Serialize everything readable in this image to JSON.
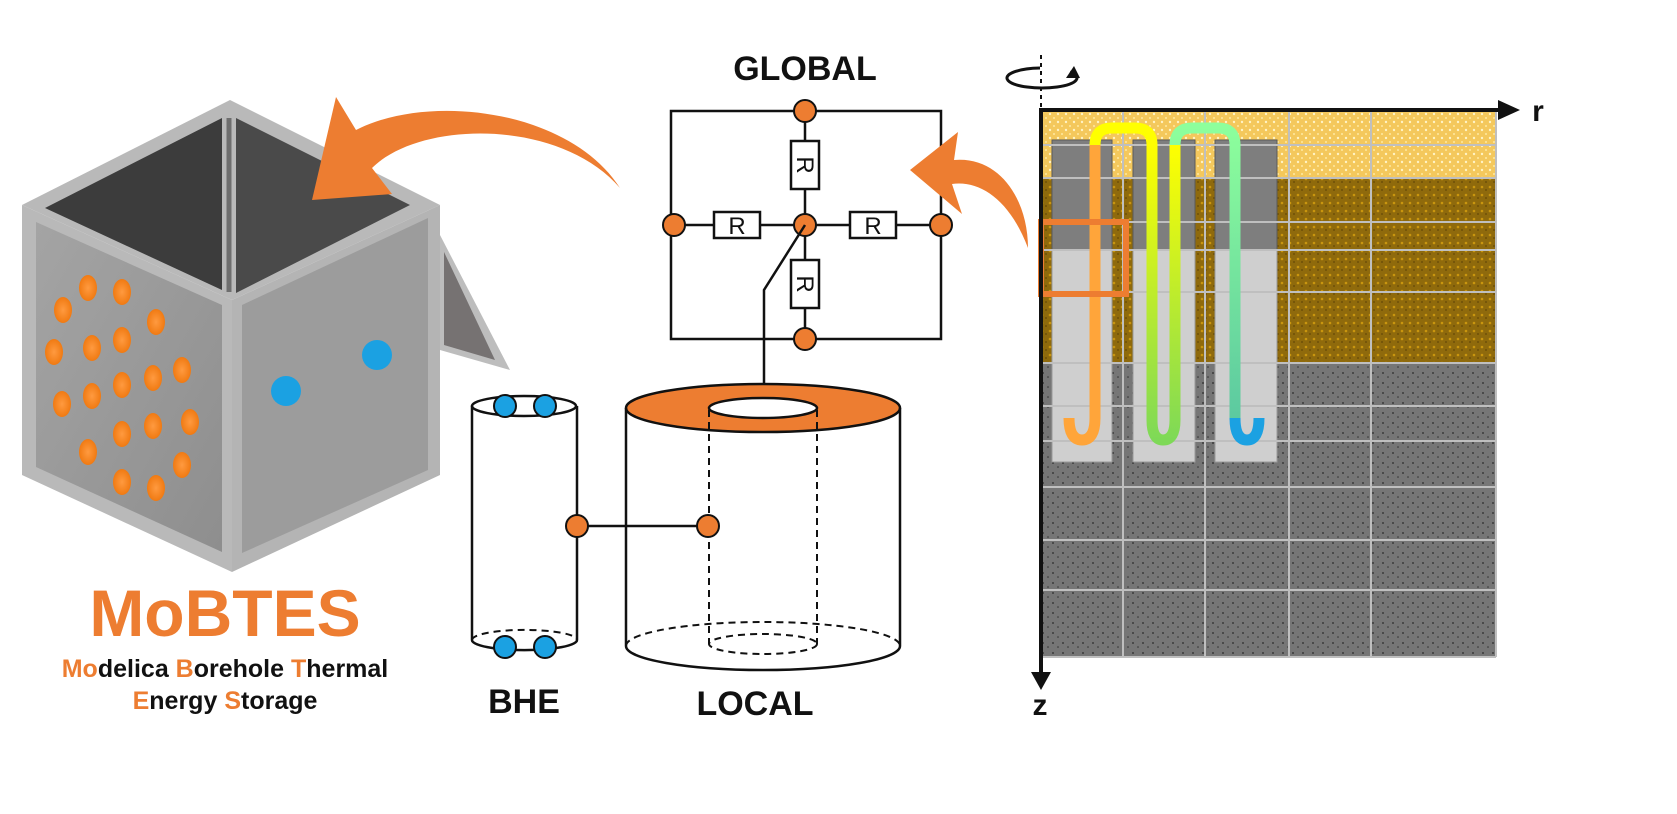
{
  "logo": {
    "title": "MoBTES",
    "subtitle_line1": [
      {
        "accent": "Mo",
        "rest": "delica "
      },
      {
        "accent": "B",
        "rest": "orehole "
      },
      {
        "accent": "T",
        "rest": "hermal"
      }
    ],
    "subtitle_line2": [
      {
        "accent": "E",
        "rest": "nergy "
      },
      {
        "accent": "S",
        "rest": "torage"
      }
    ]
  },
  "labels": {
    "global": "GLOBAL",
    "bhe": "BHE",
    "local": "LOCAL",
    "axis_r": "r",
    "axis_z": "z",
    "resistor": "R"
  },
  "colors": {
    "accent": "#ED7D31",
    "fluid_node": "#1BA1E2",
    "hot": "#FF0000",
    "cold": "#00E5FF",
    "sand": "#F3D27A",
    "clay": "#8B6914",
    "rock": "#7A7A7A"
  },
  "icons": [
    "rotation-icon",
    "curved-arrow-icon"
  ]
}
